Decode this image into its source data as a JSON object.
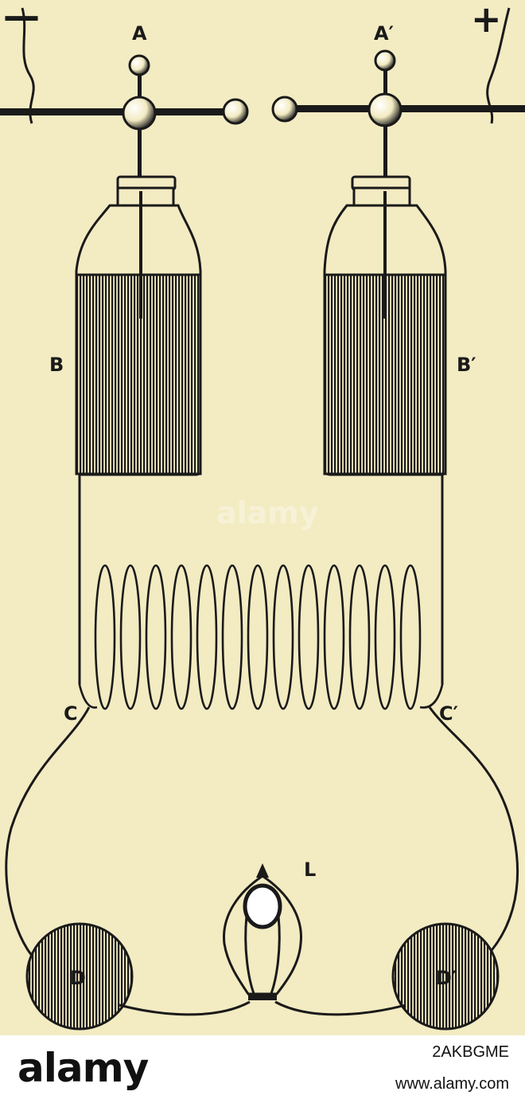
{
  "labels": {
    "minus": "—",
    "plus": "+",
    "a": "A",
    "a_prime": "A′",
    "b": "B",
    "b_prime": "B′",
    "c": "C",
    "c_prime": "C′",
    "d": "D",
    "d_prime": "D′",
    "l": "L"
  },
  "footer": {
    "brand": "alamy",
    "image_id": "2AKBGME",
    "site": "www.alamy.com"
  },
  "watermark": "alamy",
  "colors": {
    "paper": "#f3ebc2",
    "ink": "#1a1a1a",
    "footer_bg": "#ffffff"
  }
}
